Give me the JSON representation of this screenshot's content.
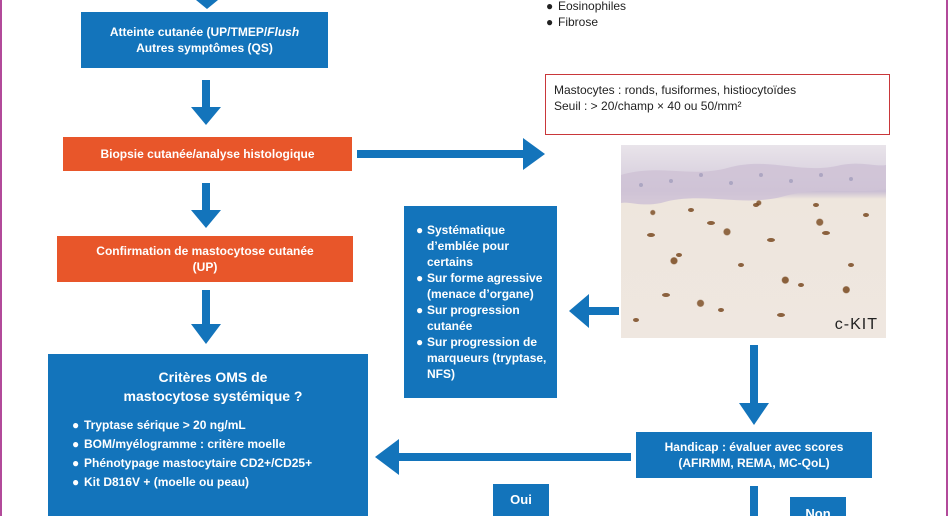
{
  "top_list": [
    "Eosinophiles",
    "Fibrose"
  ],
  "box_cutaneous": {
    "line1": "Atteinte cutanée (UP/TMEP/",
    "line1_italic": "Flush",
    "line2": "Autres symptômes (QS)"
  },
  "box_biopsy": {
    "text": "Biopsie cutanée/analyse histologique"
  },
  "box_confirm": {
    "line1": "Confirmation de mastocytose cutanée",
    "line2": "(UP)"
  },
  "box_criteria": {
    "title_line1": "Critères OMS de",
    "title_line2": "mastocytose systémique ?",
    "items": [
      "Tryptase sérique > 20 ng/mL",
      "BOM/myélogramme : critère moelle",
      "Phénotypage mastocytaire CD2+/CD25+",
      "Kit D816V + (moelle ou peau)"
    ]
  },
  "mastocyte_note": {
    "line1": "Mastocytes : ronds, fusiformes, histiocytoïdes",
    "line2": "Seuil : > 20/champ × 40 ou 50/mm²"
  },
  "photo": {
    "label": "c-KIT"
  },
  "box_indications": {
    "items": [
      "Systématique d’emblée pour certains",
      "Sur forme agressive (menace d’organe)",
      "Sur progression cutanée",
      "Sur progression de marqueurs (tryptase, NFS)"
    ]
  },
  "box_handicap": {
    "line1": "Handicap : évaluer avec scores",
    "line2": "(AFIRMM, REMA, MC-QoL)"
  },
  "box_oui": {
    "text": "Oui"
  },
  "box_non": {
    "text": "Non"
  },
  "colors": {
    "blue": "#1374bb",
    "orange": "#e8562a",
    "note_border": "#c9373a",
    "frame": "#b24a9a"
  }
}
